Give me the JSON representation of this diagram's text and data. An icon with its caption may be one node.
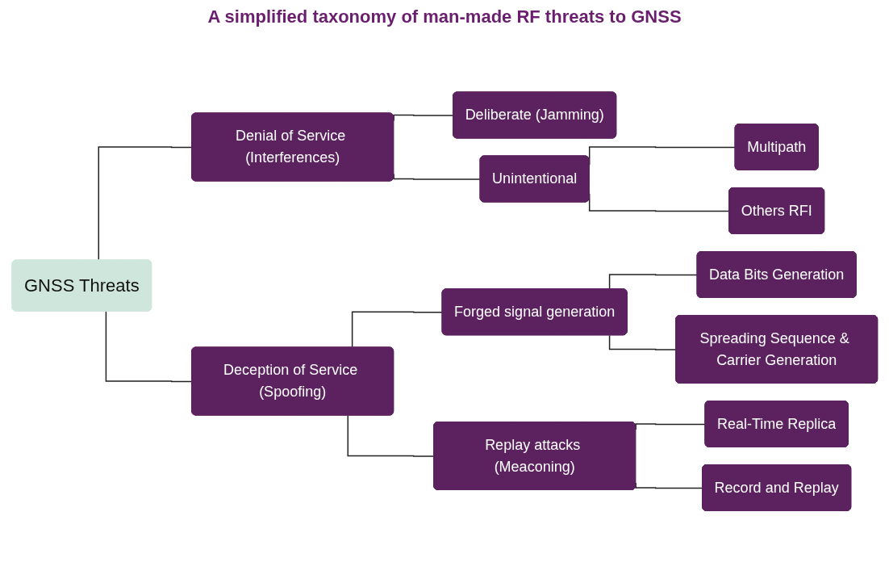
{
  "diagram": {
    "title": "A simplified taxonomy of man-made RF threats to GNSS",
    "nodes": [
      {
        "text": [
          "GNSS Threats"
        ]
      },
      {
        "text": [
          "Denial of Service (Interferences)"
        ]
      },
      {
        "text": [
          "Deliberate (Jamming)"
        ]
      },
      {
        "text": [
          "Unintentional"
        ]
      },
      {
        "text": [
          "Multipath"
        ]
      },
      {
        "text": [
          "Others RFI"
        ]
      },
      {
        "text": [
          "Deception of Service (Spoofing)"
        ]
      },
      {
        "text": [
          "Forged signal generation"
        ]
      },
      {
        "text": [
          "Data Bits Generation"
        ]
      },
      {
        "text": [
          "Spreading Sequence & Carrier Generation"
        ]
      },
      {
        "text": [
          "Replay attacks (Meaconing)"
        ]
      },
      {
        "text": [
          "Real-Time Replica"
        ]
      },
      {
        "text": [
          "Record and Replay"
        ]
      }
    ],
    "edges": [
      {
        "from": 0,
        "to": 1,
        "arrow": "none"
      },
      {
        "from": 0,
        "to": 6,
        "arrow": "none"
      },
      {
        "from": 1,
        "to": 2,
        "arrow": "none"
      },
      {
        "from": 1,
        "to": 3,
        "arrow": "none"
      },
      {
        "from": 3,
        "to": 4,
        "arrow": "none"
      },
      {
        "from": 3,
        "to": 5,
        "arrow": "none"
      },
      {
        "from": 6,
        "to": 7,
        "arrow": "none"
      },
      {
        "from": 6,
        "to": 10,
        "arrow": "none"
      },
      {
        "from": 7,
        "to": 8,
        "arrow": "none"
      },
      {
        "from": 7,
        "to": 9,
        "arrow": "none"
      },
      {
        "from": 10,
        "to": 11,
        "arrow": "none"
      },
      {
        "from": 10,
        "to": 12,
        "arrow": "none"
      }
    ]
  }
}
